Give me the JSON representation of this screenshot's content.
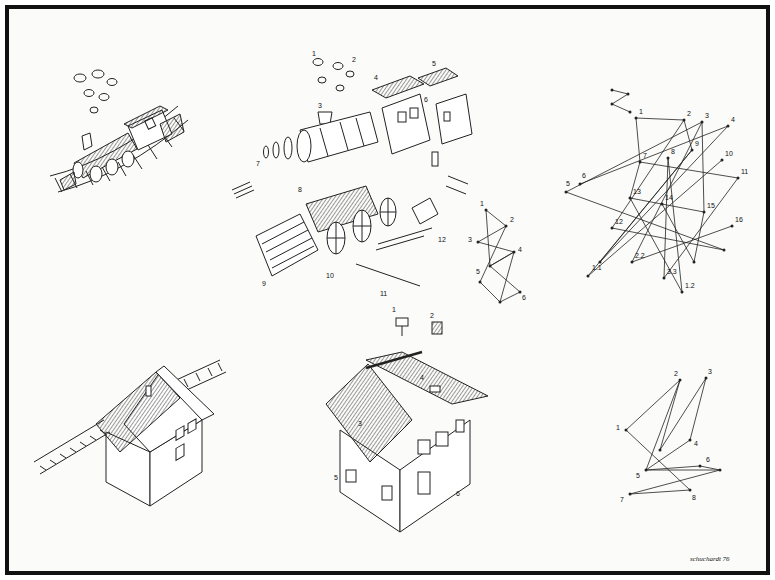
{
  "diagram": {
    "labels": [
      "1",
      "2",
      "3",
      "4",
      "5",
      "6",
      "7",
      "8",
      "9",
      "10",
      "11",
      "12",
      "1",
      "2",
      "3",
      "4",
      "5",
      "6",
      "1",
      "2",
      "3",
      "4",
      "5",
      "6",
      "7",
      "8",
      "9",
      "10",
      "11",
      "12",
      "13",
      "14",
      "15",
      "16",
      "1.1",
      "2.2",
      "3.3",
      "1.2",
      "1",
      "2",
      "3",
      "4",
      "5",
      "6",
      "1",
      "2",
      "3",
      "4",
      "5",
      "6",
      "7",
      "8",
      "schuchardt 76"
    ]
  }
}
